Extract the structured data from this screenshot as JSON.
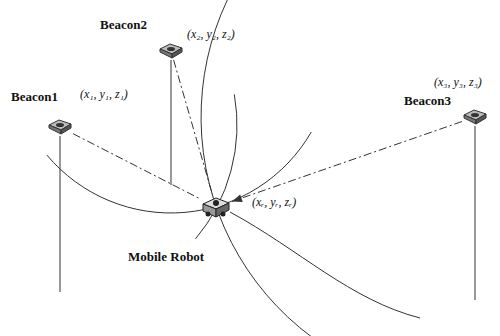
{
  "diagram": {
    "nodes": [
      {
        "text": [
          "Beacon2",
          "(x₂, y₂, z₂)"
        ]
      },
      {
        "text": [
          "Beacon1",
          "(x₁, y₁, z₁)"
        ]
      },
      {
        "text": [
          "Beacon3",
          "(x₃, y₃, z₃)"
        ]
      },
      {
        "text": [
          "Mobile Robot",
          "(xᵣ, yᵣ, zᵣ)"
        ]
      }
    ],
    "edges": [
      {
        "from": 1,
        "to": 3,
        "arrow": "none"
      },
      {
        "from": 0,
        "to": 3,
        "arrow": "none"
      },
      {
        "from": 2,
        "to": 3,
        "arrow": "to"
      }
    ]
  }
}
